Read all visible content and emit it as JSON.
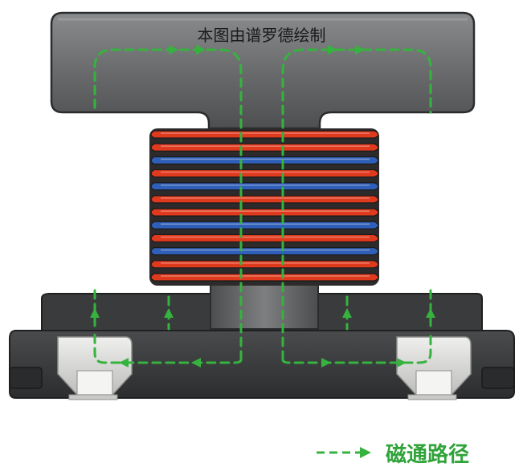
{
  "watermark": {
    "text": "本图由谱罗德绘制"
  },
  "legend": {
    "label": "磁通路径",
    "line_style": "dashed-arrow",
    "color": "#36b33e"
  },
  "colors": {
    "core": "#5c5d5f",
    "core_edge": "#2e2f31",
    "winding_a": "#e03a1e",
    "winding_b": "#2f5fb8",
    "flux": "#36b33e",
    "terminal": "#d8d8d6"
  },
  "winding": {
    "turn_count": 12
  }
}
